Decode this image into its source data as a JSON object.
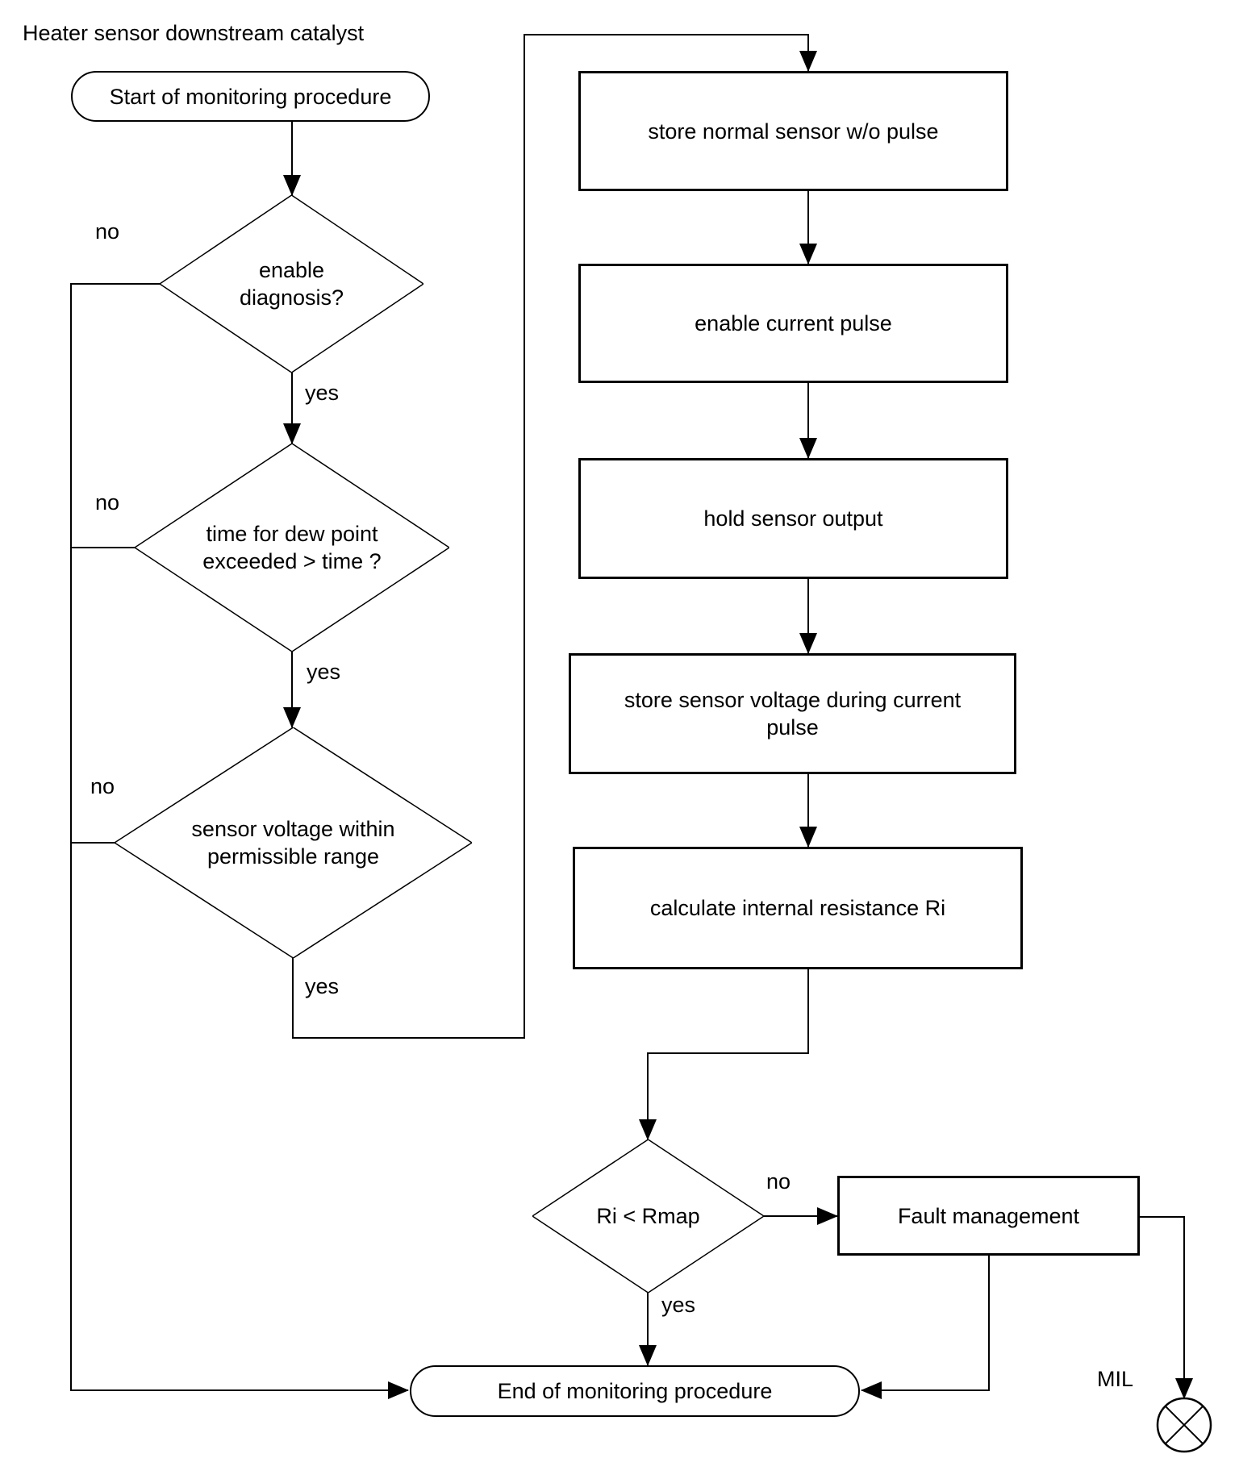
{
  "title": "Heater sensor downstream catalyst",
  "nodes": {
    "start": "Start of monitoring procedure",
    "enable_diagnosis": "enable\ndiagnosis?",
    "dew_point_time": "time for dew point\nexceeded > time ?",
    "voltage_range": "sensor voltage within\npermissible range",
    "store_normal": "store normal sensor w/o pulse",
    "enable_pulse": "enable current pulse",
    "hold_output": "hold sensor output",
    "store_voltage": "store sensor voltage during current\npulse",
    "calc_resistance": "calculate internal resistance Ri",
    "resistance_check": "Ri < Rmap",
    "fault_management": "Fault management",
    "end": "End of monitoring procedure"
  },
  "branch_labels": {
    "enable_diagnosis_no": "no",
    "enable_diagnosis_yes": "yes",
    "dew_point_no": "no",
    "dew_point_yes": "yes",
    "voltage_no": "no",
    "voltage_yes": "yes",
    "resistance_no": "no",
    "resistance_yes": "yes"
  },
  "indicator_label": "MIL",
  "colors": {
    "line": "#000000",
    "background": "#ffffff",
    "text": "#000000"
  }
}
